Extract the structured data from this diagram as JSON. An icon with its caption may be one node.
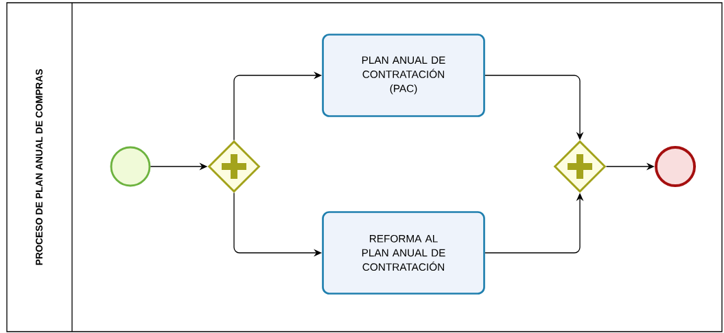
{
  "diagram": {
    "nodes": [
      {
        "text": [
          "PROCESO DE PLAN ANUAL DE COMPRAS"
        ]
      },
      {
        "text": [],
        "shape": "circle",
        "in": 0
      },
      {
        "text": [],
        "shape": "diamond",
        "in": 0
      },
      {
        "text": [
          "PLAN ANUAL DE CONTRATACIÓN (PAC)"
        ],
        "in": 0
      },
      {
        "text": [
          "REFORMA AL PLAN ANUAL DE CONTRATACIÓN"
        ],
        "in": 0
      },
      {
        "text": [],
        "shape": "diamond",
        "in": 0
      },
      {
        "text": [],
        "shape": "circle",
        "in": 0
      }
    ],
    "edges": [
      {
        "from": 1,
        "to": 2,
        "arrow": "to"
      },
      {
        "from": 2,
        "to": 3,
        "arrow": "to"
      },
      {
        "from": 2,
        "to": 4,
        "arrow": "to"
      },
      {
        "from": 3,
        "to": 5,
        "arrow": "to"
      },
      {
        "from": 4,
        "to": 5,
        "arrow": "to"
      },
      {
        "from": 5,
        "to": 6,
        "arrow": "to"
      }
    ]
  }
}
